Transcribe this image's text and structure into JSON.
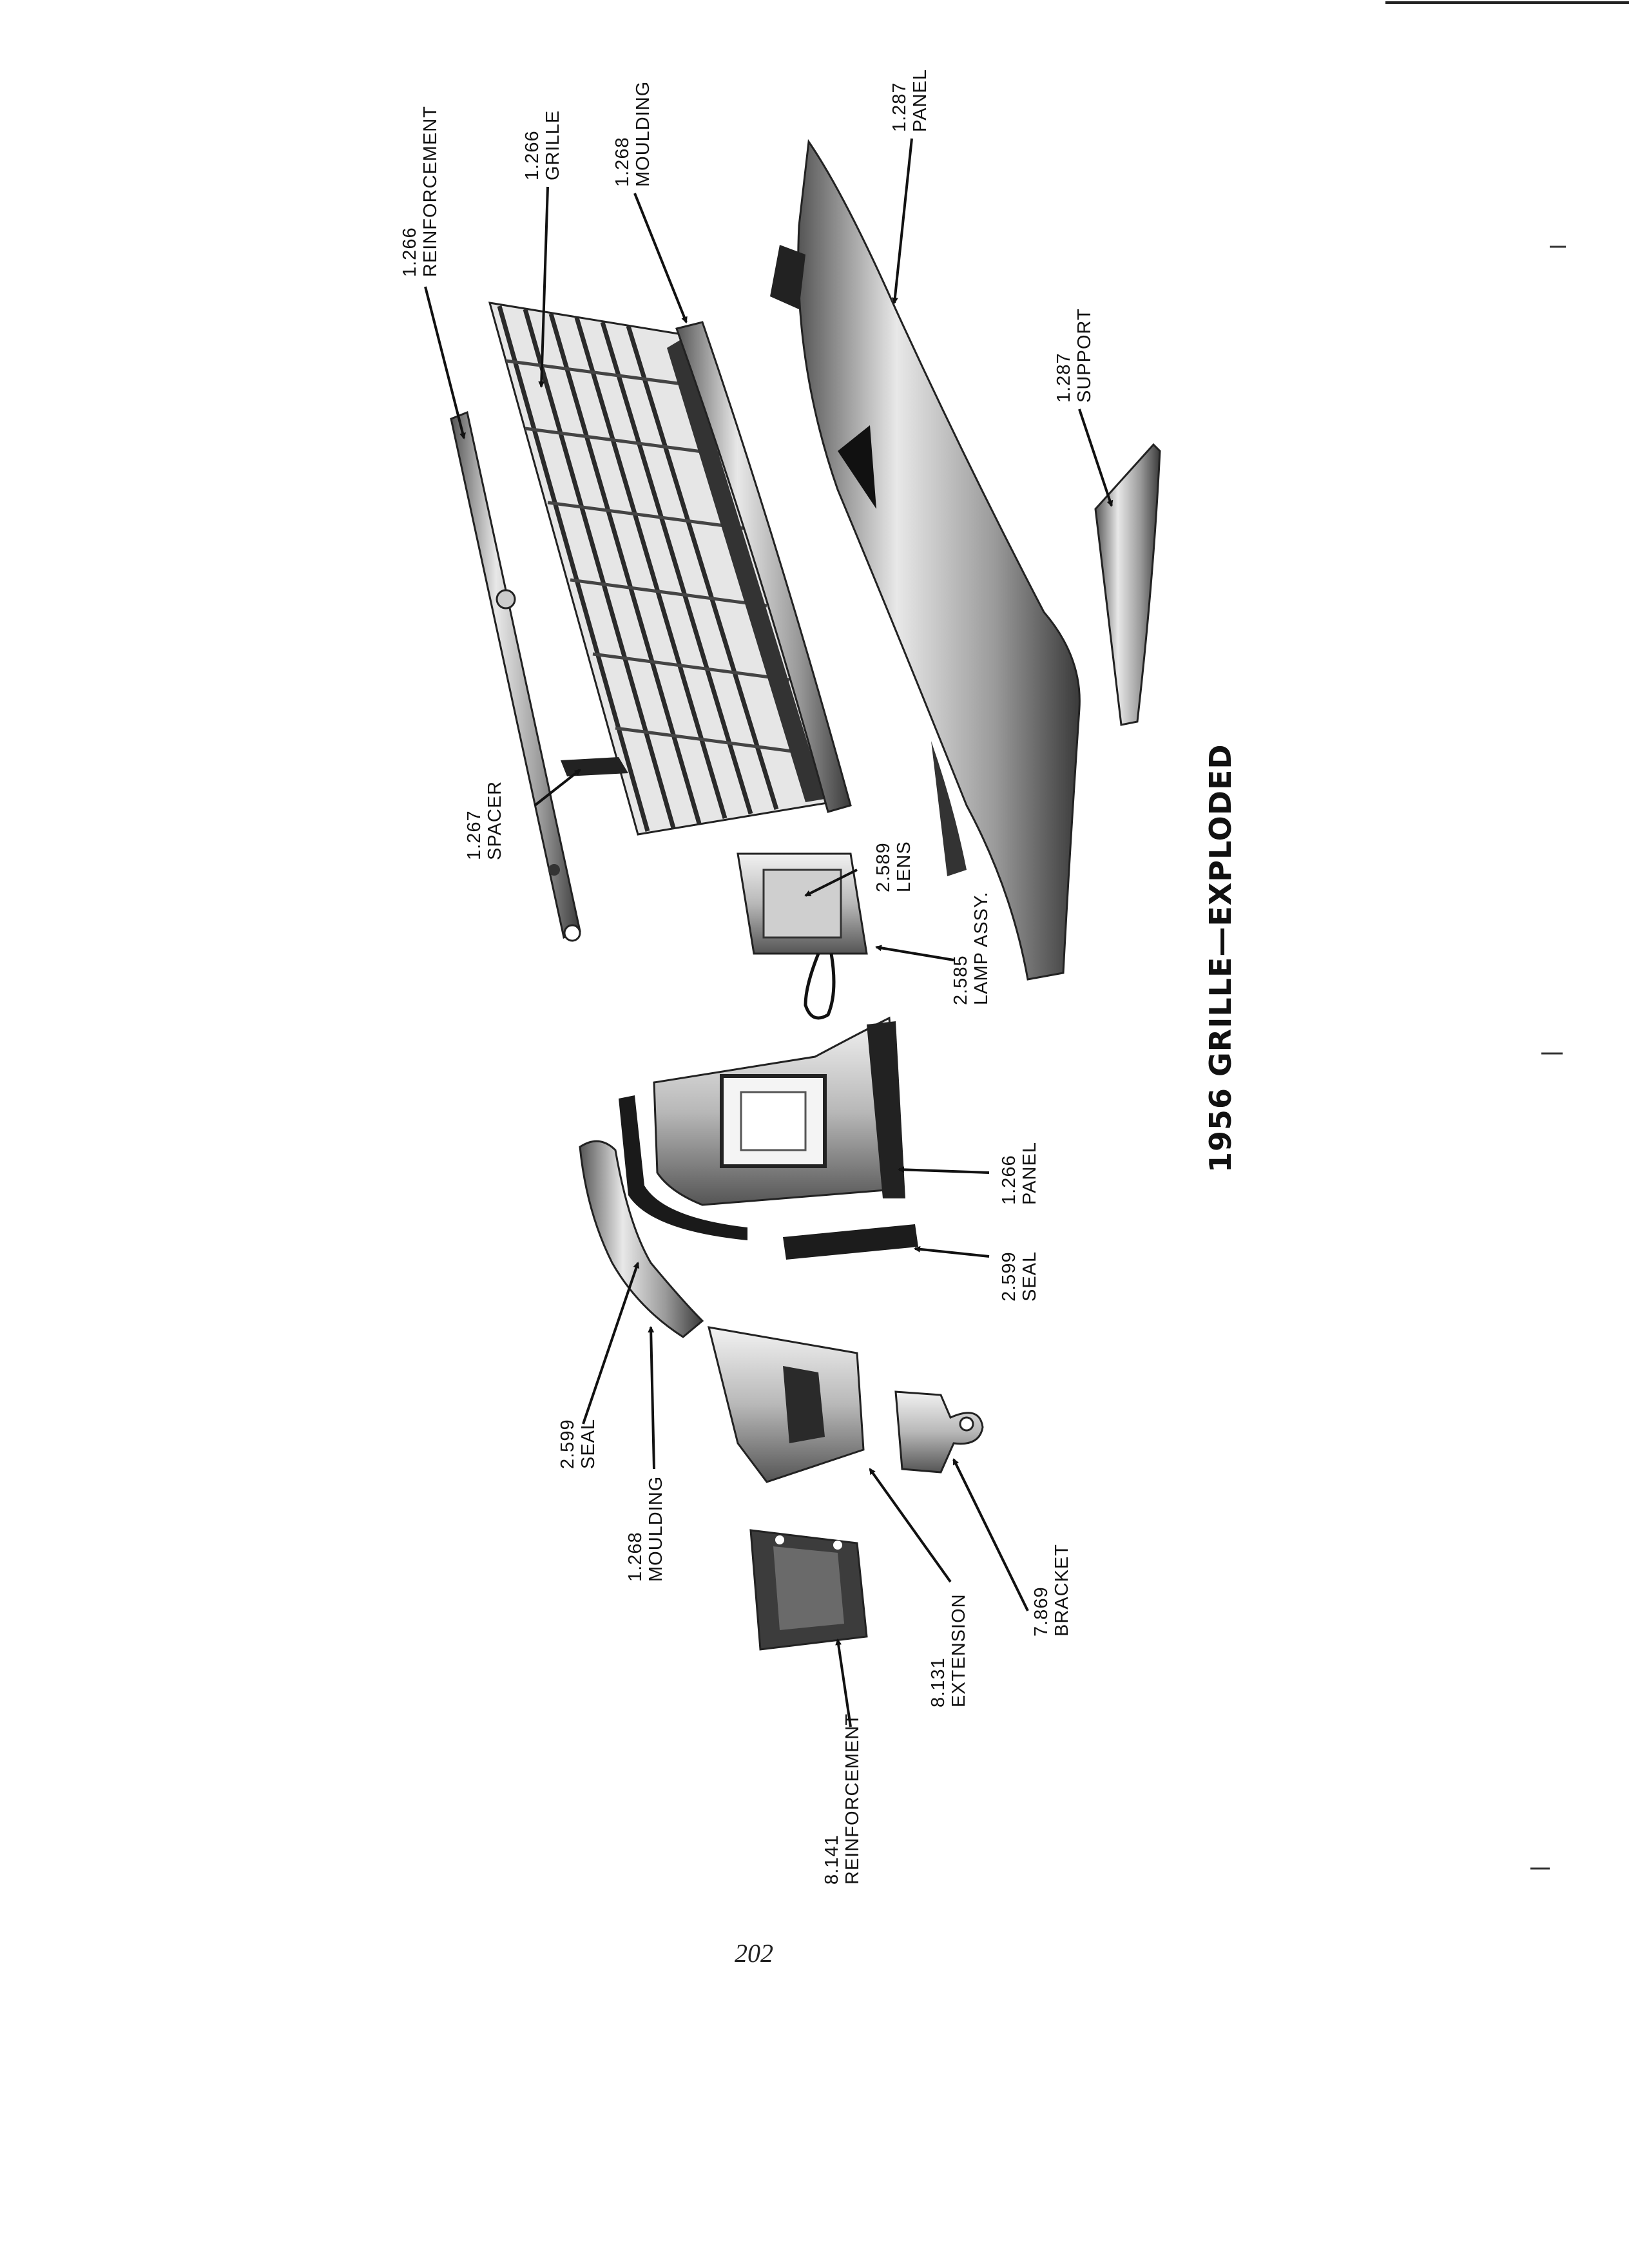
{
  "figure_title": "1956 GRILLE—EXPLODED",
  "page_number": "202",
  "callouts": [
    {
      "id": "reinforcement-1266",
      "number": "1.266",
      "name": "REINFORCEMENT"
    },
    {
      "id": "grille-1266",
      "number": "1.266",
      "name": "GRILLE"
    },
    {
      "id": "moulding-1268-top",
      "number": "1.268",
      "name": "MOULDING"
    },
    {
      "id": "panel-1287",
      "number": "1.287",
      "name": "PANEL"
    },
    {
      "id": "support-1287",
      "number": "1.287",
      "name": "SUPPORT"
    },
    {
      "id": "spacer-1267",
      "number": "1.267",
      "name": "SPACER"
    },
    {
      "id": "lens-2589",
      "number": "2.589",
      "name": "LENS"
    },
    {
      "id": "lamp-2585",
      "number": "2.585",
      "name": "LAMP ASSY."
    },
    {
      "id": "panel-1266",
      "number": "1.266",
      "name": "PANEL"
    },
    {
      "id": "seal-2599-right",
      "number": "2.599",
      "name": "SEAL"
    },
    {
      "id": "seal-2599-left",
      "number": "2.599",
      "name": "SEAL"
    },
    {
      "id": "moulding-1268-left",
      "number": "1.268",
      "name": "MOULDING"
    },
    {
      "id": "extension-8131",
      "number": "8.131",
      "name": "EXTENSION"
    },
    {
      "id": "bracket-7869",
      "number": "7.869",
      "name": "BRACKET"
    },
    {
      "id": "reinforcement-8141",
      "number": "8.141",
      "name": "REINFORCEMENT"
    }
  ]
}
